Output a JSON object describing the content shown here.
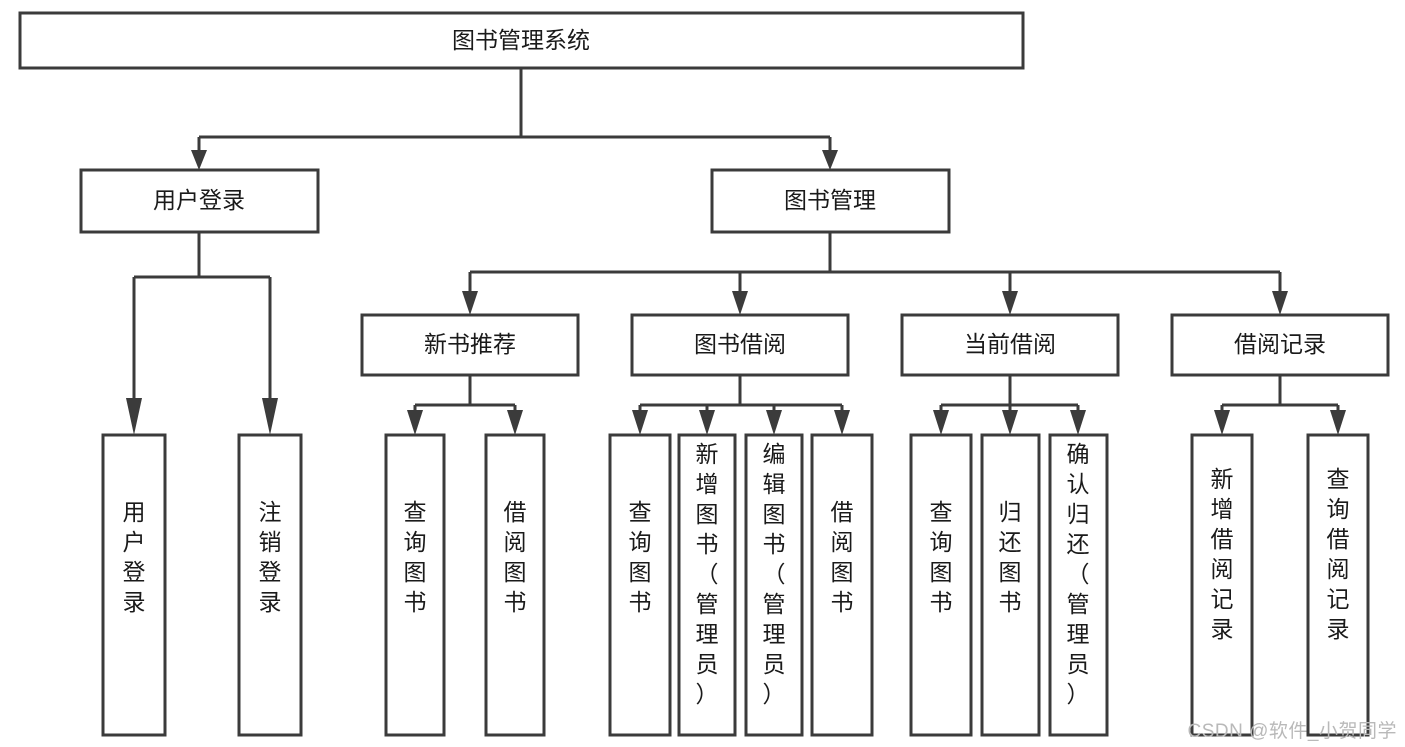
{
  "diagram": {
    "type": "hierarchy-tree",
    "title": "图书管理系统",
    "orientation": "top-down",
    "theme": {
      "background": "#ffffff",
      "box_fill": "#ffffff",
      "box_stroke": "#3b3b3b",
      "connector_color": "#3b3b3b",
      "text_color": "#1a1a1a",
      "watermark_color": "#b9b9b9"
    },
    "levels": [
      {
        "level": 1,
        "nodes": [
          {
            "id": "root",
            "label": "图书管理系统",
            "orientation": "horizontal"
          }
        ]
      },
      {
        "level": 2,
        "nodes": [
          {
            "id": "login",
            "label": "用户登录",
            "orientation": "horizontal",
            "parent": "root"
          },
          {
            "id": "bookmgmt",
            "label": "图书管理",
            "orientation": "horizontal",
            "parent": "root"
          }
        ]
      },
      {
        "level": 3,
        "nodes": [
          {
            "id": "newbook",
            "label": "新书推荐",
            "orientation": "horizontal",
            "parent": "bookmgmt"
          },
          {
            "id": "borrow",
            "label": "图书借阅",
            "orientation": "horizontal",
            "parent": "bookmgmt"
          },
          {
            "id": "current",
            "label": "当前借阅",
            "orientation": "horizontal",
            "parent": "bookmgmt"
          },
          {
            "id": "records",
            "label": "借阅记录",
            "orientation": "horizontal",
            "parent": "bookmgmt"
          }
        ]
      },
      {
        "level": 4,
        "nodes": [
          {
            "id": "leaf-1",
            "label": "用户登录",
            "orientation": "vertical",
            "parent": "login"
          },
          {
            "id": "leaf-2",
            "label": "注销登录",
            "orientation": "vertical",
            "parent": "login"
          },
          {
            "id": "leaf-3",
            "label": "查询图书",
            "orientation": "vertical",
            "parent": "newbook"
          },
          {
            "id": "leaf-4",
            "label": "借阅图书",
            "orientation": "vertical",
            "parent": "newbook"
          },
          {
            "id": "leaf-5",
            "label": "查询图书",
            "orientation": "vertical",
            "parent": "borrow"
          },
          {
            "id": "leaf-6",
            "label": "新增图书（管理员）",
            "orientation": "vertical",
            "parent": "borrow"
          },
          {
            "id": "leaf-7",
            "label": "编辑图书（管理员）",
            "orientation": "vertical",
            "parent": "borrow"
          },
          {
            "id": "leaf-8",
            "label": "借阅图书",
            "orientation": "vertical",
            "parent": "borrow"
          },
          {
            "id": "leaf-9",
            "label": "查询图书",
            "orientation": "vertical",
            "parent": "current"
          },
          {
            "id": "leaf-10",
            "label": "归还图书",
            "orientation": "vertical",
            "parent": "current"
          },
          {
            "id": "leaf-11",
            "label": "确认归还（管理员）",
            "orientation": "vertical",
            "parent": "current"
          },
          {
            "id": "leaf-12",
            "label": "新增借阅记录",
            "orientation": "vertical",
            "parent": "records"
          },
          {
            "id": "leaf-13",
            "label": "查询借阅记录",
            "orientation": "vertical",
            "parent": "records"
          }
        ]
      }
    ]
  },
  "watermark": {
    "text": "CSDN @软件_小贺同学"
  }
}
